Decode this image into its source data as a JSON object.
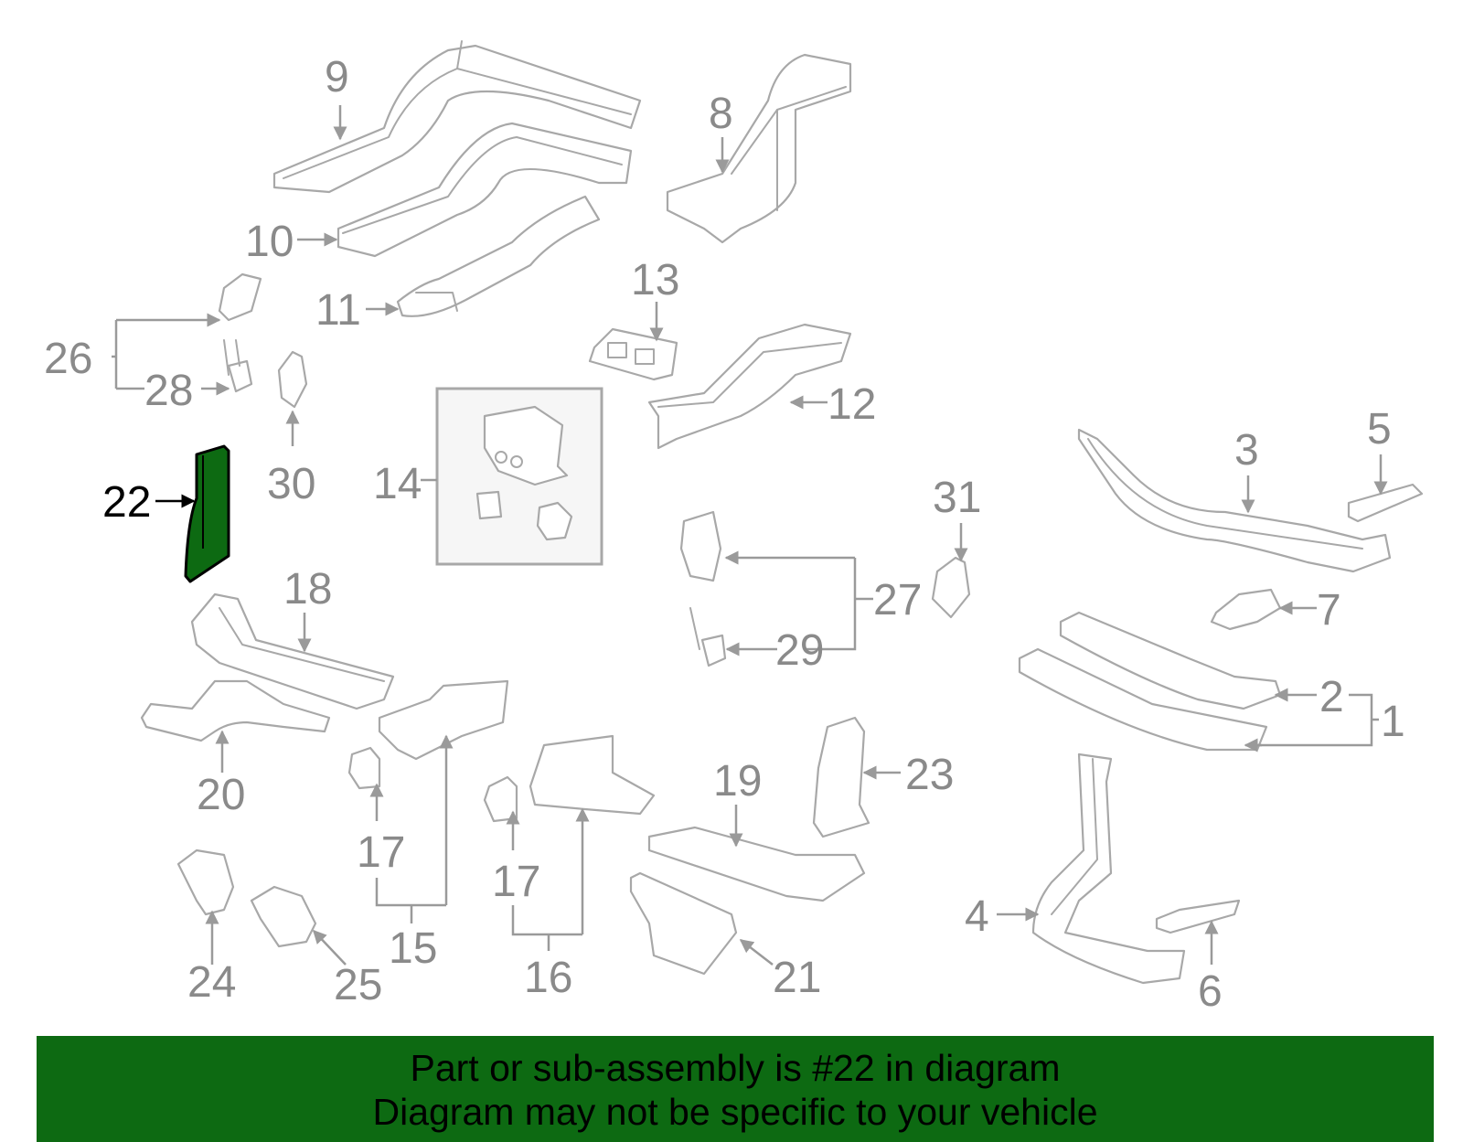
{
  "diagram": {
    "highlight_color": "#0d6a12",
    "highlighted_part": "22",
    "callouts": [
      "9",
      "8",
      "10",
      "11",
      "13",
      "26",
      "28",
      "30",
      "12",
      "14",
      "22",
      "3",
      "5",
      "31",
      "27",
      "29",
      "7",
      "2",
      "1",
      "18",
      "20",
      "17",
      "17",
      "15",
      "16",
      "19",
      "23",
      "4",
      "6",
      "24",
      "25",
      "21"
    ]
  },
  "banner": {
    "background": "#0d6a12",
    "line1": "Part or sub-assembly is #22 in diagram",
    "line2": "Diagram may not be specific to your vehicle"
  }
}
